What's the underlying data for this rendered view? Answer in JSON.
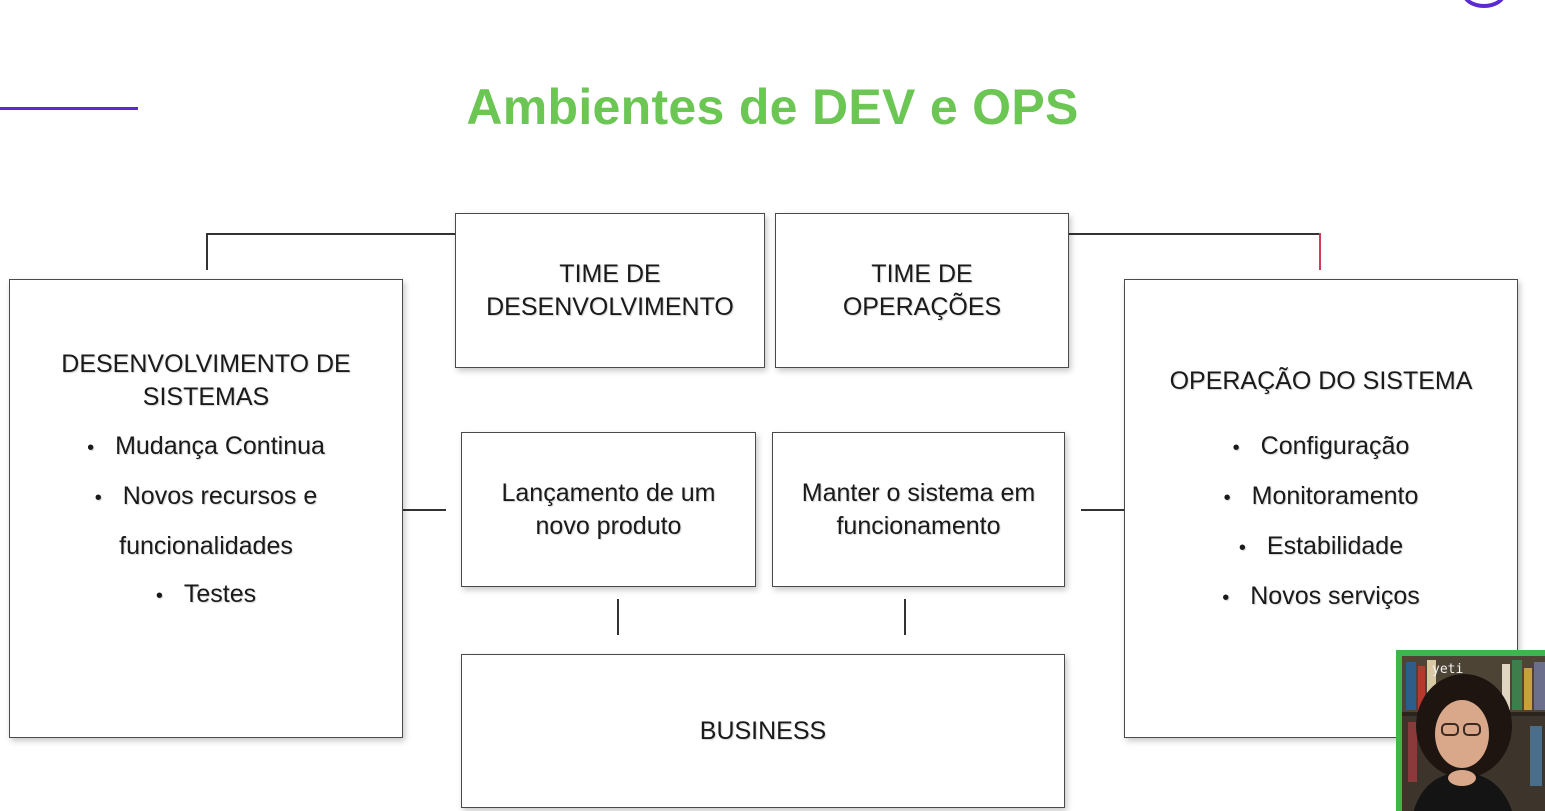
{
  "title": "Ambientes de DEV e OPS",
  "colors": {
    "title": "#6cc654",
    "accent_line": "#5b2bd1",
    "cam_border": "#3fb54a"
  },
  "boxes": {
    "dev_systems": {
      "title": "DESENVOLVIMENTO DE SISTEMAS",
      "items": [
        "Mudança Continua",
        "Novos recursos e funcionalidades",
        "Testes"
      ]
    },
    "ops_system": {
      "title": "OPERAÇÃO DO SISTEMA",
      "items": [
        "Configuração",
        "Monitoramento",
        "Estabilidade",
        "Novos serviços"
      ]
    },
    "dev_team": "TIME DE DESENVOLVIMENTO",
    "ops_team": "TIME DE OPERAÇÕES",
    "launch": "Lançamento de um novo produto",
    "maintain": "Manter o sistema em funcionamento",
    "business": "BUSINESS"
  },
  "webcam": {
    "shelf_label": "yeti"
  }
}
